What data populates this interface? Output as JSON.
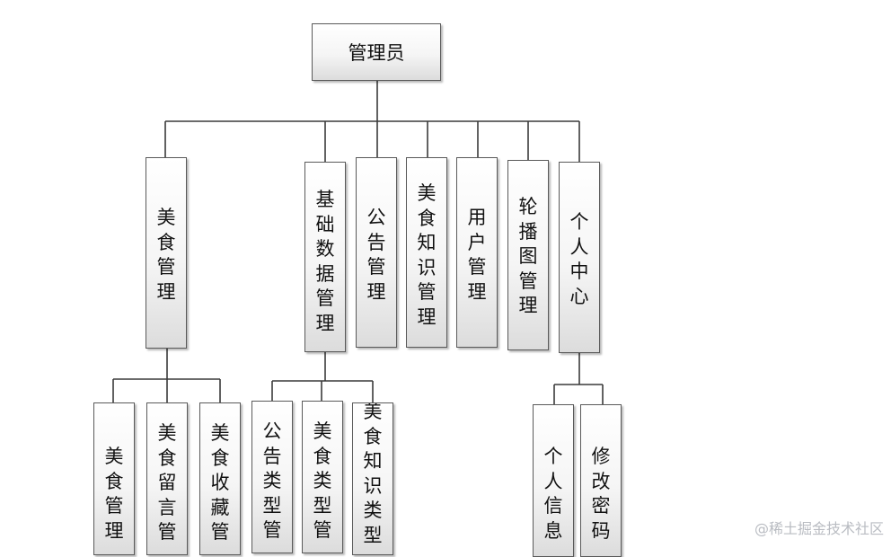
{
  "colors": {
    "line": "#3a3a3a",
    "box_border": "#5a5a5a",
    "text": "#111111",
    "watermark": "#b9bcc2"
  },
  "root": {
    "label": "管理员"
  },
  "level1": [
    {
      "id": "food_mgmt",
      "label": "美食管理"
    },
    {
      "id": "base_data",
      "label": "基础数据管理"
    },
    {
      "id": "notice",
      "label": "公告管理"
    },
    {
      "id": "knowledge",
      "label": "美食知识管理"
    },
    {
      "id": "user",
      "label": "用户管理"
    },
    {
      "id": "carousel",
      "label": "轮播图管理"
    },
    {
      "id": "personal",
      "label": "个人中心"
    }
  ],
  "level2": [
    {
      "parent": "food_mgmt",
      "label": "美食管理"
    },
    {
      "parent": "food_mgmt",
      "label": "美食留言管"
    },
    {
      "parent": "food_mgmt",
      "label": "美食收藏管"
    },
    {
      "parent": "base_data",
      "label": "公告类型管"
    },
    {
      "parent": "base_data",
      "label": "美食类型管"
    },
    {
      "parent": "base_data",
      "label": "美食知识类型"
    },
    {
      "parent": "personal",
      "label": "个人信息"
    },
    {
      "parent": "personal",
      "label": "修改密码"
    }
  ],
  "watermark": "@稀土掘金技术社区"
}
